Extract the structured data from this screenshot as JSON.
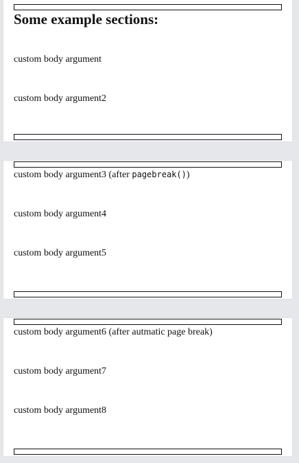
{
  "pages": [
    {
      "heading": "Some example sections:",
      "paragraphs": [
        {
          "text": "custom body argument"
        },
        {
          "text": "custom body argument2"
        }
      ]
    },
    {
      "paragraphs": [
        {
          "text": "custom body argument3 (after ",
          "code": "pagebreak()",
          "suffix": ")"
        },
        {
          "text": "custom body argument4"
        },
        {
          "text": "custom body argument5"
        }
      ]
    },
    {
      "paragraphs": [
        {
          "text": "custom body argument6 (after autmatic page break)"
        },
        {
          "text": "custom body argument7"
        },
        {
          "text": "custom body argument8"
        }
      ]
    }
  ]
}
